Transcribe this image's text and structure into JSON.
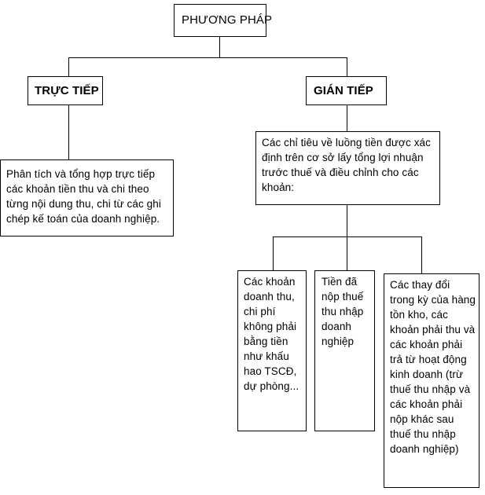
{
  "root": {
    "label": "PHƯƠNG PHÁP"
  },
  "direct": {
    "label": "TRỰC TIẾP",
    "description": "Phân tích và tổng hợp trực tiếp các khoản tiền thu và chi theo từng nội dung thu, chi từ các ghi chép kế toán của doanh nghiệp."
  },
  "indirect": {
    "label": "GIÁN TIẾP",
    "description": "Các chỉ tiêu về luồng tiền được xác định trên cơ sở lấy tổng lợi nhuận trước thuế và điều chỉnh cho các khoản:",
    "items": [
      "Các khoản doanh thu, chi phí không phải bằng tiền như khấu hao TSCĐ, dự phòng...",
      "Tiền đã nộp thuế thu nhập doanh nghiệp",
      "Các thay đổi trong kỳ của hàng tồn kho, các khoản phải thu và các khoản phải trả từ hoạt động kinh doanh (trừ thuế thu nhập và các khoản phải nộp khác sau thuế thu nhập doanh nghiệp)"
    ]
  }
}
